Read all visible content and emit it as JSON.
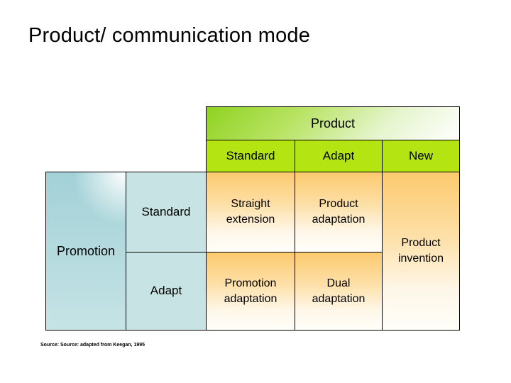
{
  "slide": {
    "title": "Product/ communication mode",
    "source_note": "Source: Source: adapted from Keegan, 1995"
  },
  "matrix": {
    "column_axis_title": "Product",
    "column_headers": [
      "Standard",
      "Adapt",
      "New"
    ],
    "row_axis_title": "Promotion",
    "row_headers": [
      "Standard",
      "Adapt"
    ],
    "cells": [
      {
        "row": "Standard",
        "column": "Standard",
        "label": "Straight extension"
      },
      {
        "row": "Standard",
        "column": "Adapt",
        "label": "Product adaptation"
      },
      {
        "row": "Standard+Adapt",
        "column": "New",
        "label": "Product invention"
      },
      {
        "row": "Adapt",
        "column": "Standard",
        "label": "Promotion adaptation"
      },
      {
        "row": "Adapt",
        "column": "Adapt",
        "label": "Dual adaptation"
      }
    ]
  },
  "colors": {
    "header_gradient_green": "#8fd321",
    "column_header_green": "#b4e513",
    "promotion_teal": "#a2d1d7",
    "row_label_blue": "#c7e3e3",
    "cell_orange": "#fcca6e",
    "border": "#000000",
    "text": "#000000",
    "background": "#ffffff"
  }
}
